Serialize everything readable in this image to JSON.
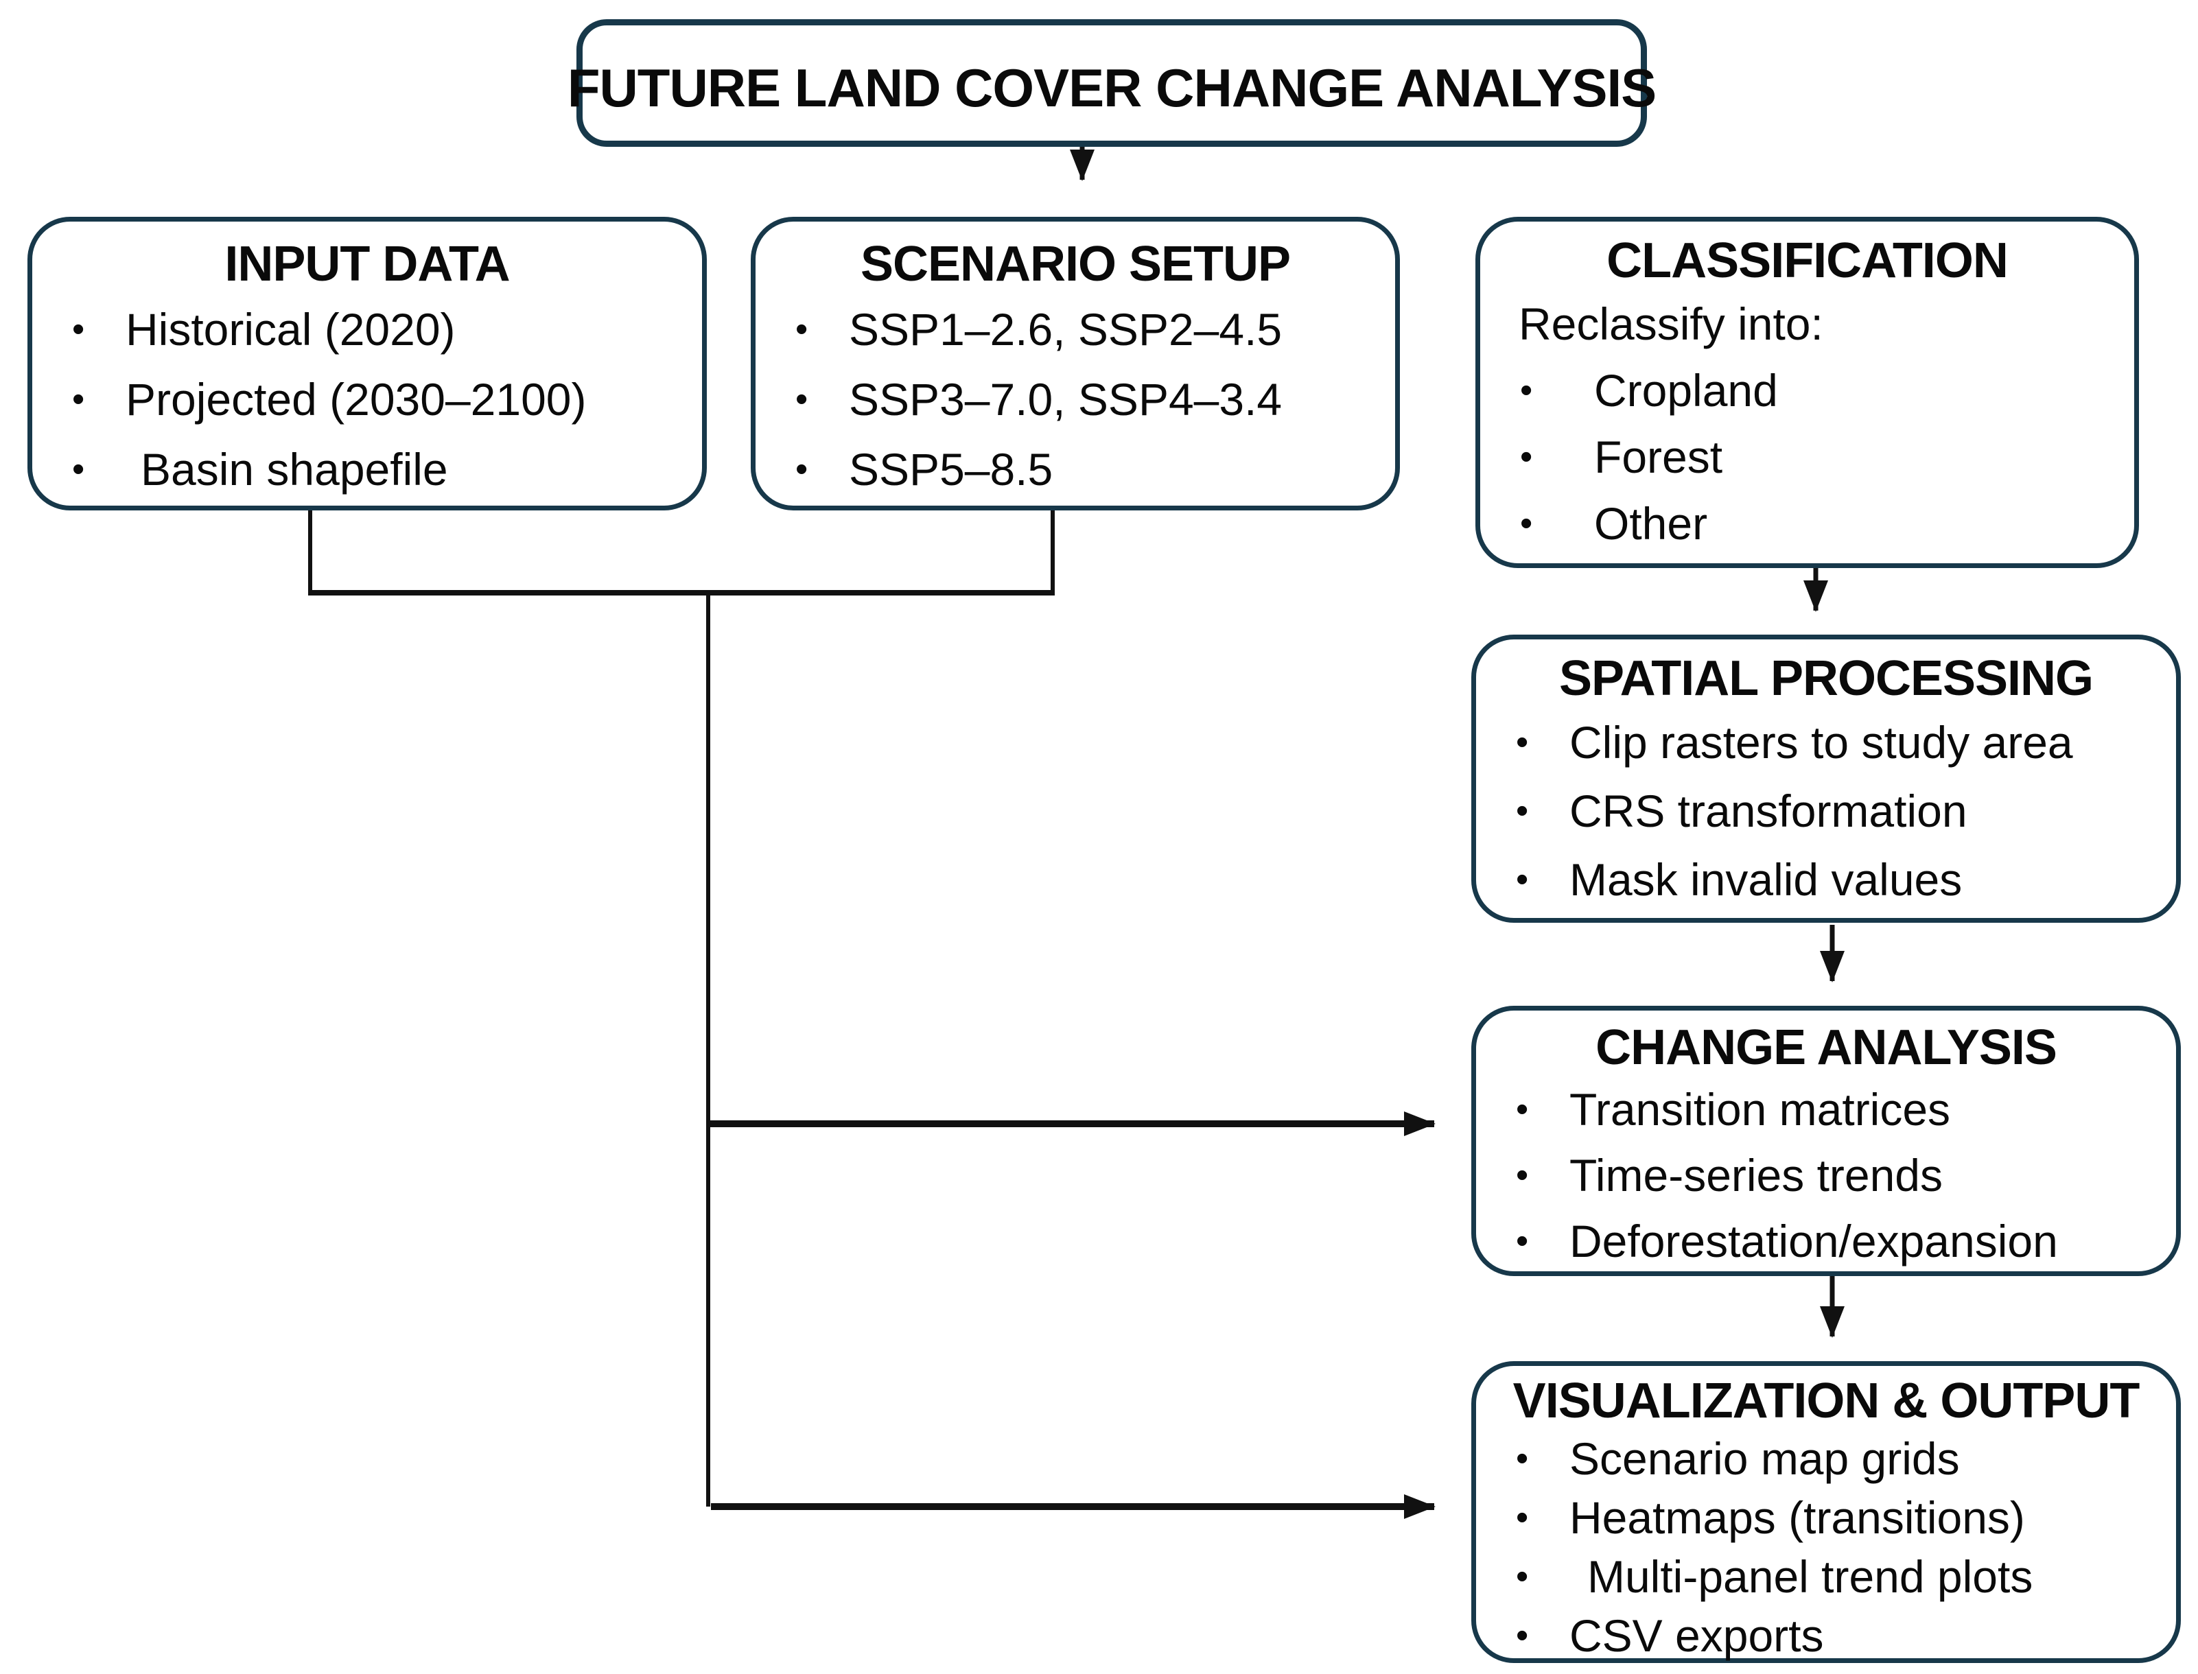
{
  "diagram": {
    "colors": {
      "box_border": "#17384a",
      "connector": "#111111",
      "background": "#ffffff",
      "text": "#0a0a0a"
    },
    "title": "FUTURE LAND COVER CHANGE ANALYSIS",
    "boxes": [
      {
        "id": "input-data",
        "heading": "INPUT DATA",
        "items": [
          "Historical (2020)",
          "Projected (2030–2100)",
          "Basin shapefile"
        ]
      },
      {
        "id": "scenario-setup",
        "heading": "SCENARIO SETUP",
        "items": [
          "SSP1–2.6, SSP2–4.5",
          "SSP3–7.0, SSP4–3.4",
          "SSP5–8.5"
        ]
      },
      {
        "id": "classification",
        "heading": "CLASSIFICATION",
        "intro": "Reclassify into:",
        "items": [
          "Cropland",
          "Forest",
          "Other"
        ]
      },
      {
        "id": "spatial-processing",
        "heading": "SPATIAL PROCESSING",
        "items": [
          "Clip rasters to study area",
          "CRS transformation",
          "Mask invalid values"
        ]
      },
      {
        "id": "change-analysis",
        "heading": "CHANGE ANALYSIS",
        "items": [
          "Transition matrices",
          "Time-series trends",
          "Deforestation/expansion"
        ]
      },
      {
        "id": "visualization-output",
        "heading": "VISUALIZATION & OUTPUT",
        "items": [
          "Scenario map grids",
          "Heatmaps (transitions)",
          "Multi-panel trend plots",
          "CSV exports"
        ]
      }
    ]
  }
}
